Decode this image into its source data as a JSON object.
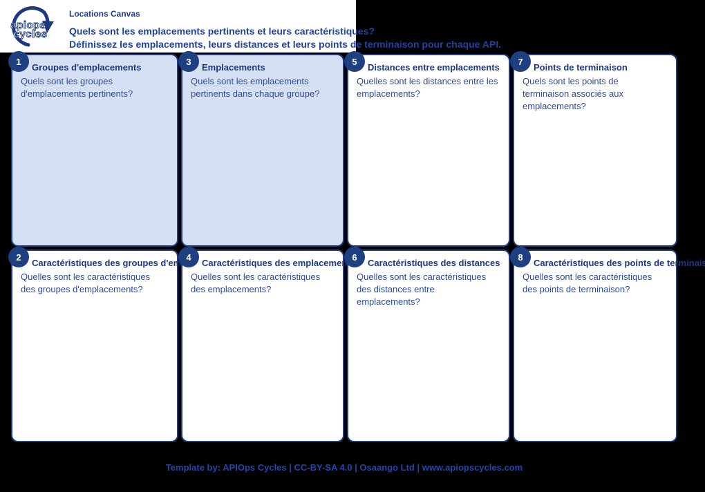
{
  "header": {
    "logo_text_top": "apiops",
    "logo_text_bottom": "cycles",
    "eyebrow": "Locations Canvas",
    "title": "Quels sont les emplacements pertinents et leurs caractéristiques?",
    "subtitle": "Définissez les emplacements, leurs distances et leurs points de terminaison pour chaque API."
  },
  "colors": {
    "background": "#000000",
    "header_panel": "#ffffff",
    "navy_border": "#1f3c7e",
    "badge_fill": "#1e3f80",
    "card_highlight_fill": "#d6e0f4",
    "card_fill": "#ffffff",
    "title_text": "#1c3882",
    "body_text": "#2d4c9e",
    "footer_text": "#2447a6"
  },
  "cards": [
    {
      "number": "1",
      "title": "Groupes d'emplacements",
      "question": "Quels sont les groupes d'emplacements pertinents?",
      "highlighted": true
    },
    {
      "number": "3",
      "title": "Emplacements",
      "question": "Quels sont les emplacements pertinents dans chaque groupe?",
      "highlighted": true
    },
    {
      "number": "5",
      "title": "Distances entre emplacements",
      "question": "Quelles sont les distances entre les emplacements?",
      "highlighted": false
    },
    {
      "number": "7",
      "title": "Points de terminaison",
      "question": "Quels sont les points de terminaison associés aux emplacements?",
      "highlighted": false
    },
    {
      "number": "2",
      "title": "Caractéristiques des groupes d'emplacements",
      "question": "Quelles sont les caractéristiques des groupes d'emplacements?",
      "highlighted": false
    },
    {
      "number": "4",
      "title": "Caractéristiques des emplacements",
      "question": "Quelles sont les caractéristiques des emplacements?",
      "highlighted": false
    },
    {
      "number": "6",
      "title": "Caractéristiques des distances",
      "question": "Quelles sont les caractéristiques des distances entre emplacements?",
      "highlighted": false
    },
    {
      "number": "8",
      "title": "Caractéristiques des points de terminaison",
      "question": "Quelles sont les caractéristiques des points de terminaison?",
      "highlighted": false
    }
  ],
  "footer": {
    "credit": "Template by: APIOps Cycles | CC-BY-SA 4.0 | Osaango Ltd | www.apiopscycles.com"
  }
}
